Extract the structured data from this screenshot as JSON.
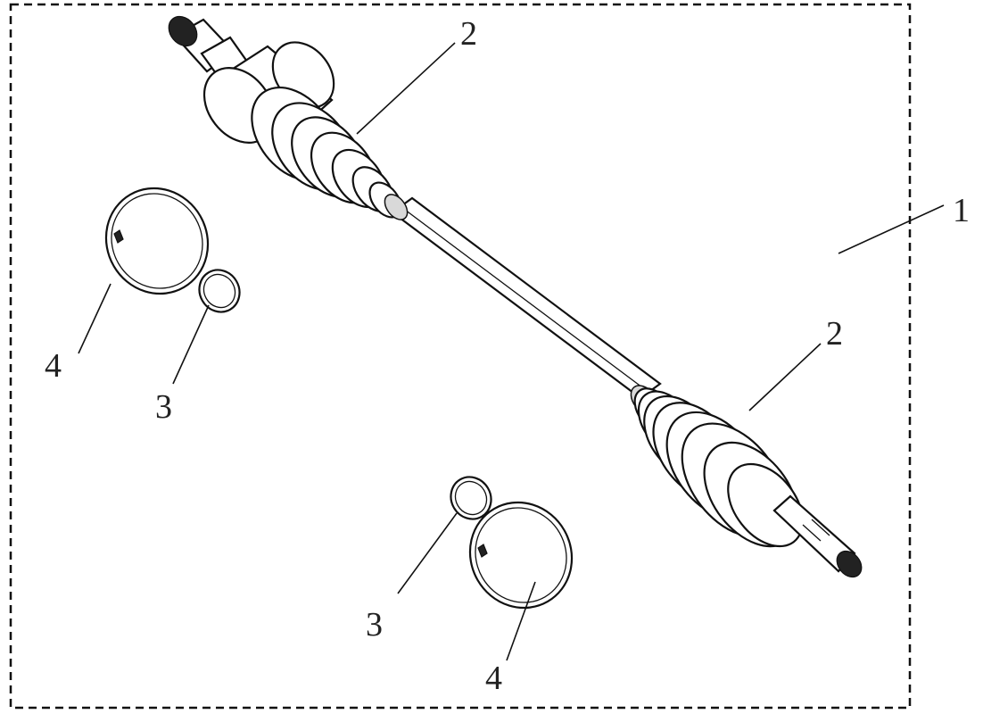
{
  "labels": {
    "assembly": "1",
    "boot_inner": "2",
    "boot_outer": "2",
    "small_clamp_upper": "3",
    "large_clamp_upper": "4",
    "small_clamp_lower": "3",
    "large_clamp_lower": "4"
  },
  "parts": [
    {
      "id": "drive-shaft-assembly",
      "label_ref": "assembly"
    },
    {
      "id": "dust-boot",
      "label_ref": "boot_inner"
    },
    {
      "id": "small-clamp-ring",
      "label_ref": "small_clamp_upper"
    },
    {
      "id": "large-clamp-ring",
      "label_ref": "large_clamp_upper"
    }
  ],
  "frame": {
    "style": "dashed",
    "color": "#111111"
  }
}
